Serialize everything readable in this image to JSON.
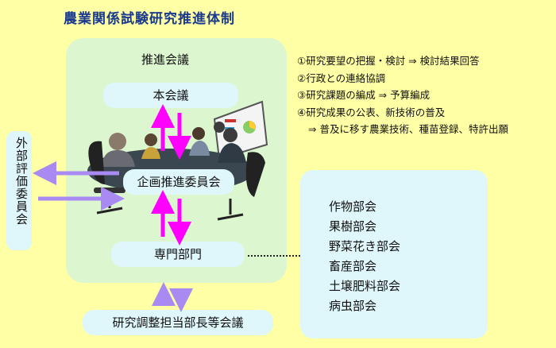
{
  "title": "農業関係試験研究推進体制",
  "panel_title": "推進会議",
  "main_meeting": "本会議",
  "planning_committee": "企画推進委員会",
  "specialist_division": "専門部門",
  "external_committee": "外部評価委員会",
  "coordination_meeting": "研究調整担当部長等会議",
  "notes": [
    "①研究要望の把握・検討 ⇒ 検討結果回答",
    "②行政との連絡協調",
    "③研究課題の編成 ⇒ 予算編成",
    "④研究成果の公表、新技術の普及",
    "⇒ 普及に移す農業技術、種苗登録、特許出願"
  ],
  "departments": [
    "作物部会",
    "果樹部会",
    "野菜花き部会",
    "畜産部会",
    "土壌肥料部会",
    "病虫部会"
  ],
  "colors": {
    "background": "#ffffa6",
    "panel": "#dcf7d0",
    "pill": "#dff6fb",
    "arrow_magenta": "#ff00ff",
    "arrow_violet": "#a98af2",
    "title": "#1a3a8f"
  }
}
